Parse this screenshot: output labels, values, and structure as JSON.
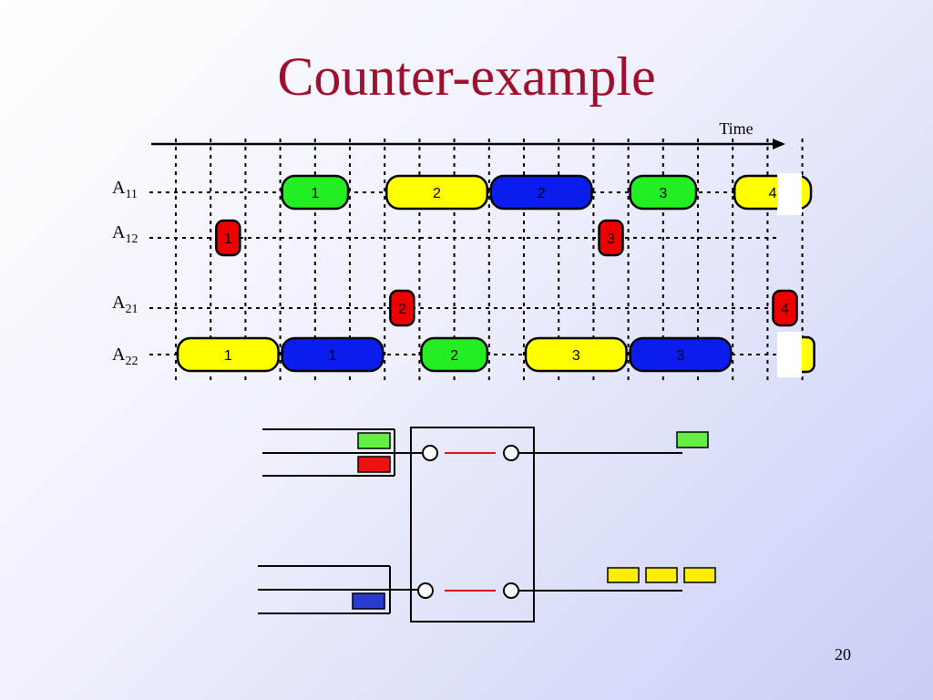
{
  "title": "Counter-example",
  "page_number": "20",
  "time_axis_label": "Time",
  "colors": {
    "green": "#22ee22",
    "yellow": "#ffff00",
    "blue": "#0a1cee",
    "red": "#ee0000",
    "switch_green": "#66ee44",
    "switch_red": "#ee1111",
    "switch_blue": "#2a3ad0",
    "switch_yellow": "#ffee00"
  },
  "rows": [
    {
      "label_main": "A",
      "label_sub": "11",
      "cells": [
        {
          "label": "1",
          "color": "green",
          "slot": 3,
          "slots": 2
        },
        {
          "label": "2",
          "color": "yellow",
          "slot": 6,
          "slots": 3
        },
        {
          "label": "2",
          "color": "blue",
          "slot": 9,
          "slots": 3
        },
        {
          "label": "3",
          "color": "green",
          "slot": 13,
          "slots": 2
        },
        {
          "label": "4",
          "color": "yellow",
          "slot": 16,
          "slots": 2.3
        }
      ]
    },
    {
      "label_main": "A",
      "label_sub": "12",
      "cells": [
        {
          "label": "1",
          "color": "red",
          "slot": 1,
          "slots": 1
        },
        {
          "label": "3",
          "color": "red",
          "slot": 12,
          "slots": 1
        }
      ]
    },
    {
      "label_main": "A",
      "label_sub": "21",
      "cells": [
        {
          "label": "2",
          "color": "red",
          "slot": 6,
          "slots": 1
        },
        {
          "label": "4",
          "color": "red",
          "slot": 17,
          "slots": 1
        }
      ]
    },
    {
      "label_main": "A",
      "label_sub": "22",
      "cells": [
        {
          "label": "1",
          "color": "yellow",
          "slot": 0,
          "slots": 3
        },
        {
          "label": "1",
          "color": "blue",
          "slot": 3,
          "slots": 3
        },
        {
          "label": "2",
          "color": "green",
          "slot": 7,
          "slots": 2
        },
        {
          "label": "3",
          "color": "yellow",
          "slot": 10,
          "slots": 3
        },
        {
          "label": "3",
          "color": "blue",
          "slot": 13,
          "slots": 3
        },
        {
          "label": "",
          "color": "yellow",
          "slot": 17.5,
          "slots": 0.5
        }
      ]
    }
  ]
}
